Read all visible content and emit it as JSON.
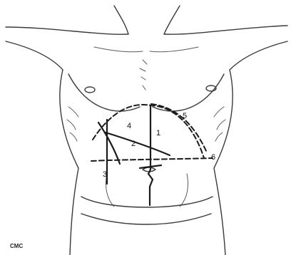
{
  "labels": {
    "one": "1",
    "two": "2",
    "three": "3",
    "four": "4",
    "five": "5",
    "six": "6"
  },
  "credit": "CMC",
  "colors": {
    "background": "#ffffff",
    "line": "#1a1a1a"
  }
}
